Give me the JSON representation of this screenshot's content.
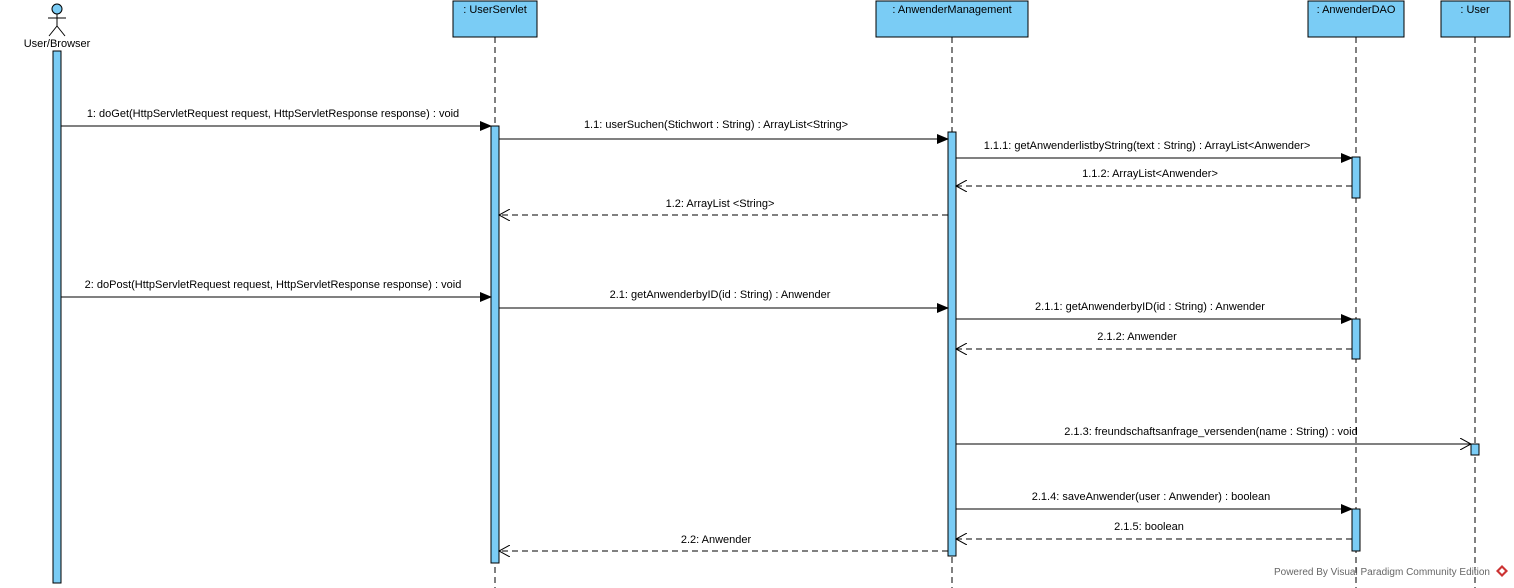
{
  "colors": {
    "participant_fill": "#7ACCF5",
    "activation_fill": "#7ACCF5",
    "stroke": "#000000",
    "footer_icon": "#CC3333"
  },
  "actor": {
    "label": "User/Browser"
  },
  "participants": [
    {
      "id": "servlet",
      "label": ": UserServlet"
    },
    {
      "id": "mgmt",
      "label": ": AnwenderManagement"
    },
    {
      "id": "dao",
      "label": ": AnwenderDAO"
    },
    {
      "id": "user",
      "label": ": User"
    }
  ],
  "messages": [
    {
      "label": "1: doGet(HttpServletRequest request, HttpServletResponse response) : void",
      "kind": "sync"
    },
    {
      "label": "1.1: userSuchen(Stichwort : String) : ArrayList<String>",
      "kind": "sync"
    },
    {
      "label": "1.1.1: getAnwenderlistbyString(text : String) : ArrayList<Anwender>",
      "kind": "sync"
    },
    {
      "label": "1.1.2: ArrayList<Anwender>",
      "kind": "return"
    },
    {
      "label": "1.2: ArrayList <String>",
      "kind": "return"
    },
    {
      "label": "2: doPost(HttpServletRequest request, HttpServletResponse response) : void",
      "kind": "sync"
    },
    {
      "label": "2.1: getAnwenderbyID(id : String) : Anwender",
      "kind": "sync"
    },
    {
      "label": "2.1.1: getAnwenderbyID(id : String) : Anwender",
      "kind": "sync"
    },
    {
      "label": "2.1.2: Anwender",
      "kind": "return"
    },
    {
      "label": "2.1.3: freundschaftsanfrage_versenden(name : String) : void",
      "kind": "async"
    },
    {
      "label": "2.1.4: saveAnwender(user : Anwender) : boolean",
      "kind": "sync"
    },
    {
      "label": "2.1.5: boolean",
      "kind": "return"
    },
    {
      "label": "2.2: Anwender",
      "kind": "return"
    }
  ],
  "footer": {
    "text": "Powered By Visual Paradigm Community Edition"
  }
}
